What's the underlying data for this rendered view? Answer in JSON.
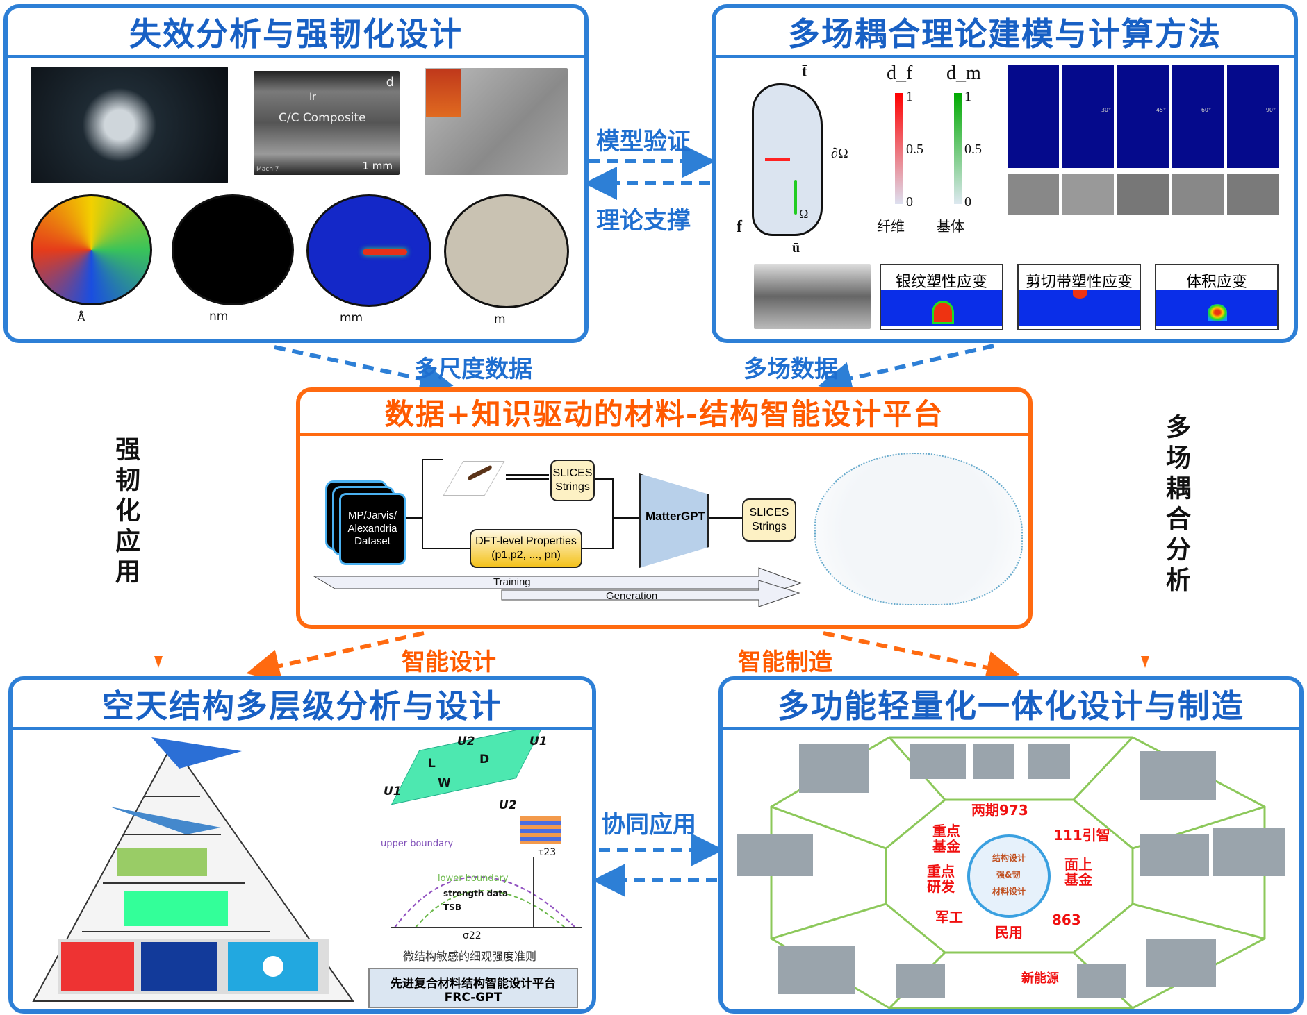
{
  "panels": {
    "top_left": {
      "title": "失效分析与强韧化设计",
      "composite_label": "C/C Composite",
      "ir": "Ir",
      "d": "d",
      "scale": "1 mm",
      "mach": "Mach 7",
      "scales": [
        "Å",
        "nm",
        "mm",
        "m"
      ]
    },
    "top_right": {
      "title": "多场耦合理论建模与计算方法",
      "df": "d_f",
      "dm": "d_m",
      "bar_ticks": [
        "1",
        "0.5",
        "0"
      ],
      "fiber": "纤维",
      "matrix": "基体",
      "t": "t̄",
      "u": "ū",
      "f": "f",
      "omega": "Ω",
      "d_omega": "∂Ω",
      "angles": [
        "30°",
        "45°",
        "60°",
        "90°"
      ],
      "strains": [
        "银纹塑性应变",
        "剪切带塑性应变",
        "体积应变"
      ]
    },
    "center": {
      "title": "数据+知识驱动的材料-结构智能设计平台",
      "dataset": "MP/Jarvis/ Alexandria Dataset",
      "slices1": "SLICES Strings",
      "dft": "DFT-level Properties",
      "dft_sub": "(p1,p2, ..., pn)",
      "model": "MatterGPT",
      "slices2": "SLICES Strings",
      "training": "Training",
      "generation": "Generation"
    },
    "bottom_left": {
      "title": "空天结构多层级分析与设计",
      "u1": "U1",
      "u2": "U2",
      "L": "L",
      "W": "W",
      "D": "D",
      "upper": "upper boundary",
      "lower": "lower boundary",
      "strength": "strength data",
      "tsb": "TSB",
      "tau": "τ23",
      "sigma": "σ22",
      "criterion": "微结构敏感的细观强度准则",
      "platform": "先进复合材料结构智能设计平台",
      "platform_sub": "FRC-GPT"
    },
    "bottom_right": {
      "title": "多功能轻量化一体化设计与制造",
      "labels": [
        "两期973",
        "111引智",
        "面上基金",
        "863",
        "民用",
        "军工",
        "重点研发",
        "重点基金"
      ],
      "center_labels": [
        "结构设计",
        "强&韧",
        "材料设计"
      ],
      "new_energy": "新能源"
    }
  },
  "arrows": {
    "model_verify": "模型验证",
    "theory_support": "理论支撑",
    "multiscale_data": "多尺度数据",
    "multifield_data": "多场数据",
    "toughening_app": "强韧化应用",
    "multifield_analysis": "多场耦合分析",
    "smart_design": "智能设计",
    "smart_manufacture": "智能制造",
    "collab_app": "协同应用"
  },
  "colors": {
    "blue": "#2d7fd6",
    "orange": "#ff6a10",
    "red": "#f01010",
    "green": "#8cc85a"
  }
}
